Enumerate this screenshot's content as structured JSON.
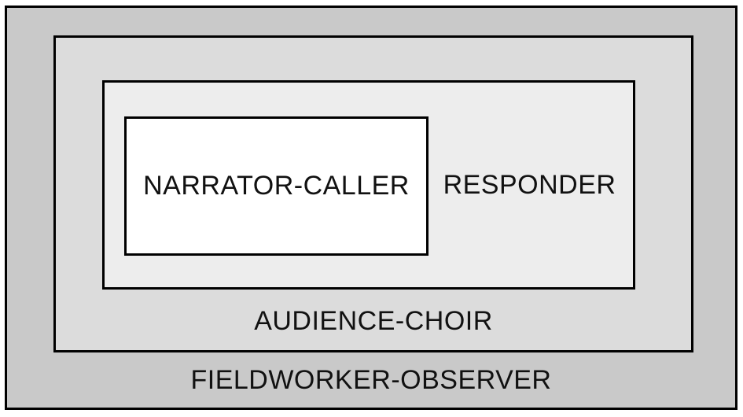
{
  "diagram": {
    "type": "nested-boxes",
    "description_semantic": "four concentric participation-role frames, outermost darkest to innermost white",
    "border_color": "#000000",
    "text_color": "#111111",
    "layers": [
      {
        "label": "FIELDWORKER-OBSERVER",
        "fill": "#c9c9c9",
        "level": 0
      },
      {
        "label": "AUDIENCE-CHOIR",
        "fill": "#dcdcdc",
        "level": 1
      },
      {
        "label": "RESPONDER",
        "fill": "#ededed",
        "level": 2
      },
      {
        "label": "NARRATOR-CALLER",
        "fill": "#ffffff",
        "level": 3
      }
    ]
  }
}
